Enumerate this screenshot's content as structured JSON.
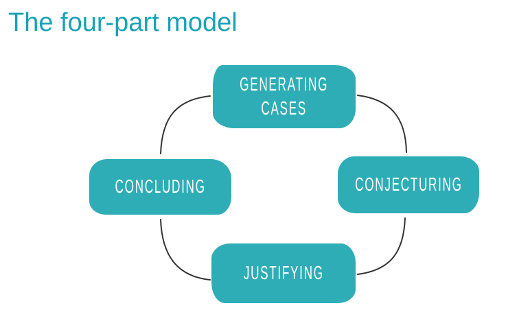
{
  "title": {
    "text": "The four-part model"
  },
  "colors": {
    "background": "#ffffff",
    "title_text": "#17a2b8",
    "node_fill": "#2fadb6",
    "node_text": "#ffffff",
    "connector": "#333333"
  },
  "diagram": {
    "type": "cycle",
    "nodes": [
      {
        "id": "generating-cases",
        "label": "GENERATING CASES",
        "lines": [
          "GENERATING",
          "CASES"
        ]
      },
      {
        "id": "conjecturing",
        "label": "CONJECTURING",
        "lines": [
          "CONJECTURING"
        ]
      },
      {
        "id": "justifying",
        "label": "JUSTIFYING",
        "lines": [
          "JUSTIFYING"
        ]
      },
      {
        "id": "concluding",
        "label": "CONCLUDING",
        "lines": [
          "CONCLUDING"
        ]
      }
    ],
    "connections": [
      [
        "concluding",
        "generating-cases"
      ],
      [
        "generating-cases",
        "conjecturing"
      ],
      [
        "conjecturing",
        "justifying"
      ],
      [
        "justifying",
        "concluding"
      ]
    ]
  }
}
